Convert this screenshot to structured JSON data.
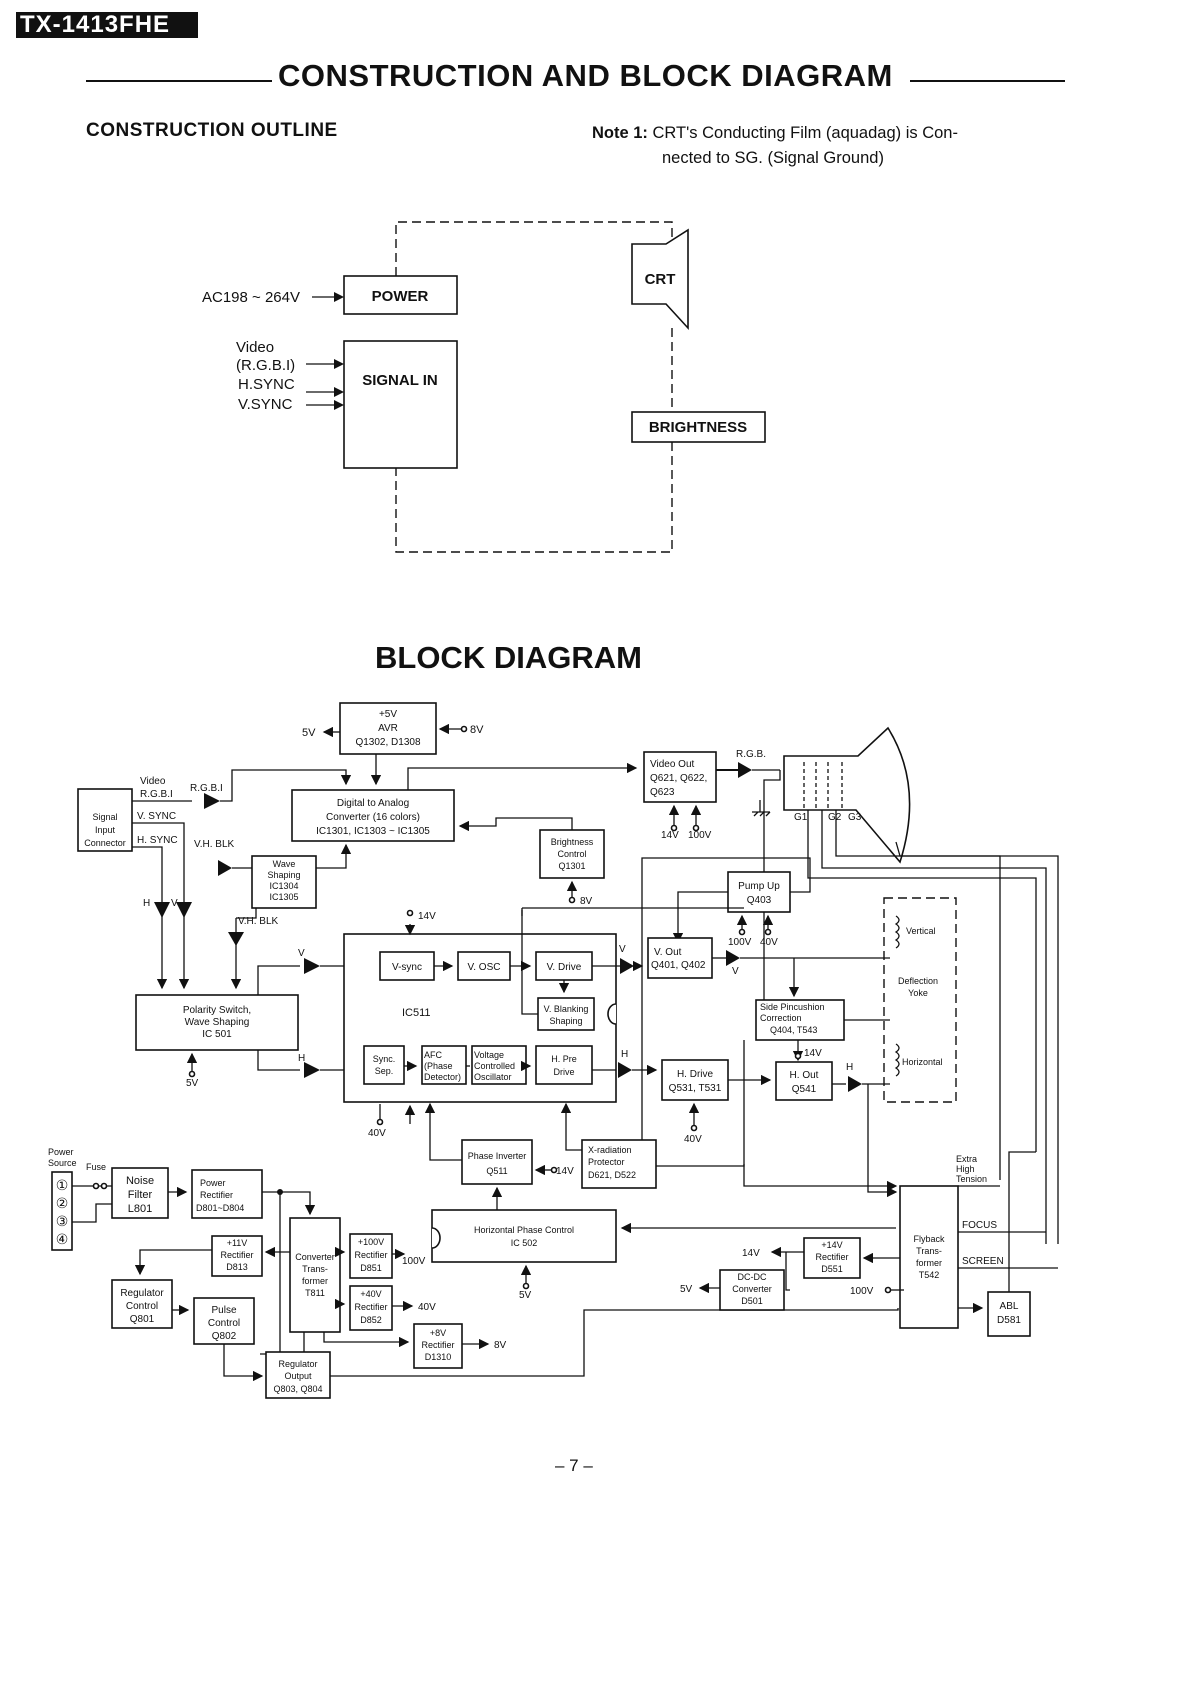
{
  "header": {
    "model": "TX-1413FHE",
    "title": "CONSTRUCTION AND BLOCK DIAGRAM"
  },
  "outline": {
    "heading": "CONSTRUCTION OUTLINE",
    "note_label": "Note 1:",
    "note_line1": "CRT's Conducting Film (aquadag) is Con-",
    "note_line2": "nected to SG. (Signal Ground)",
    "ac_input": "AC198 ~ 264V",
    "power": "POWER",
    "inputs": [
      "Video",
      "(R.G.B.I)",
      "H.SYNC",
      "V.SYNC"
    ],
    "signal_in": "SIGNAL IN",
    "crt": "CRT",
    "brightness": "BRIGHTNESS"
  },
  "block": {
    "title": "BLOCK DIAGRAM",
    "avr": [
      "+5V",
      "AVR",
      "Q1302, D1308"
    ],
    "v5": "5V",
    "v8": "8V",
    "dac": [
      "Digital to Analog",
      "Converter (16 colors)",
      "IC1301, IC1303 ~ IC1305"
    ],
    "video_out": [
      "Video Out",
      "Q621, Q622,",
      "Q623"
    ],
    "rgb": "R.G.B.",
    "rgbi": "R.G.B.I",
    "video_rgbi": [
      "Video",
      "R.G.B.I"
    ],
    "v14": "14V",
    "v100": "100V",
    "g1": "G1",
    "g2": "G2",
    "g3": "G3",
    "signal_input": [
      "Signal",
      "Input",
      "Connector"
    ],
    "vsync": "V. SYNC",
    "hsync": "H. SYNC",
    "vhblk": "V.H. BLK",
    "wave_shaping": [
      "Wave",
      "Shaping",
      "IC1304",
      "IC1305"
    ],
    "brightness_control": [
      "Brightness",
      "Control",
      "Q1301"
    ],
    "pump_up": [
      "Pump Up",
      "Q403"
    ],
    "vertical": "Vertical",
    "deflection_yoke": [
      "Deflection",
      "Yoke"
    ],
    "horizontal": "Horizontal",
    "h": "H",
    "v": "V",
    "v40": "40V",
    "polarity": [
      "Polarity Switch,",
      "Wave Shaping",
      "IC 501"
    ],
    "ic511": "IC511",
    "vsync_blk": "V-sync",
    "vosc": "V. OSC",
    "vdrive": "V. Drive",
    "vblanking": [
      "V. Blanking",
      "Shaping"
    ],
    "sync_sep": [
      "Sync.",
      "Sep."
    ],
    "afc": [
      "AFC",
      "(Phase",
      "Detector)"
    ],
    "vco": [
      "Voltage",
      "Controlled",
      "Oscillator"
    ],
    "hpre": [
      "H. Pre",
      "Drive"
    ],
    "vout": [
      "V. Out",
      "Q401, Q402"
    ],
    "side_pin": [
      "Side Pincushion",
      "Correction",
      "Q404, T543"
    ],
    "hdrive": [
      "H. Drive",
      "Q531, T531"
    ],
    "hout": [
      "H. Out",
      "Q541"
    ],
    "phase_inverter": [
      "Phase Inverter",
      "Q511"
    ],
    "xray": [
      "X-radiation",
      "Protector",
      "D621, D522"
    ],
    "power_source": [
      "Power",
      "Source"
    ],
    "fuse": "Fuse",
    "plugs": [
      "①",
      "②",
      "③",
      "④"
    ],
    "noise_filter": [
      "Noise",
      "Filter",
      "L801"
    ],
    "power_rect": [
      "Power",
      "Rectifier",
      "D801~D804"
    ],
    "hpc": [
      "Horizontal Phase Control",
      "IC 502"
    ],
    "extra_high": [
      "Extra",
      "High",
      "Tension"
    ],
    "focus": "FOCUS",
    "screen": "SCREEN",
    "flyback": [
      "Flyback",
      "Trans-",
      "former",
      "T542"
    ],
    "r11": [
      "+11V",
      "Rectifier",
      "D813"
    ],
    "converter": [
      "Converter",
      "Trans-",
      "former",
      "T811"
    ],
    "r100": [
      "+100V",
      "Rectifier",
      "D851"
    ],
    "r40": [
      "+40V",
      "Rectifier",
      "D852"
    ],
    "r8": [
      "+8V",
      "Rectifier",
      "D1310"
    ],
    "r14": [
      "+14V",
      "Rectifier",
      "D551"
    ],
    "dcdc": [
      "DC-DC",
      "Converter",
      "D501"
    ],
    "abl": [
      "ABL",
      "D581"
    ],
    "reg_control": [
      "Regulator",
      "Control",
      "Q801"
    ],
    "pulse_control": [
      "Pulse",
      "Control",
      "Q802"
    ],
    "reg_output": [
      "Regulator",
      "Output",
      "Q803, Q804"
    ]
  },
  "footer": {
    "page": "– 7 –"
  }
}
